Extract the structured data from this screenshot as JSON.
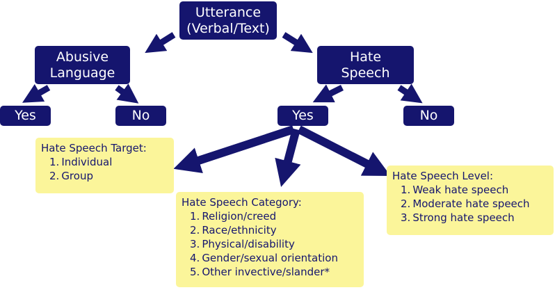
{
  "nodes": {
    "utterance": {
      "line1": "Utterance",
      "line2": "(Verbal/Text)"
    },
    "abusive": {
      "line1": "Abusive",
      "line2": "Language"
    },
    "hate": {
      "line1": "Hate",
      "line2": "Speech"
    },
    "abusive_yes": "Yes",
    "abusive_no": "No",
    "hate_yes": "Yes",
    "hate_no": "No"
  },
  "target": {
    "title": "Hate Speech Target:",
    "items": [
      {
        "num": "1.",
        "text": "Individual"
      },
      {
        "num": "2.",
        "text": "Group"
      }
    ]
  },
  "category": {
    "title": "Hate Speech Category:",
    "items": [
      {
        "num": "1.",
        "text": "Religion/creed"
      },
      {
        "num": "2.",
        "text": "Race/ethnicity"
      },
      {
        "num": "3.",
        "text": "Physical/disability"
      },
      {
        "num": "4.",
        "text": "Gender/sexual orientation"
      },
      {
        "num": "5.",
        "text": "Other invective/slander*"
      }
    ]
  },
  "level": {
    "title": "Hate Speech Level:",
    "items": [
      {
        "num": "1.",
        "text": "Weak hate speech"
      },
      {
        "num": "2.",
        "text": "Moderate  hate speech"
      },
      {
        "num": "3.",
        "text": "Strong hate speech"
      }
    ]
  },
  "colors": {
    "node": "#15156e",
    "box": "#fbf59a",
    "arrow": "#15156e"
  }
}
